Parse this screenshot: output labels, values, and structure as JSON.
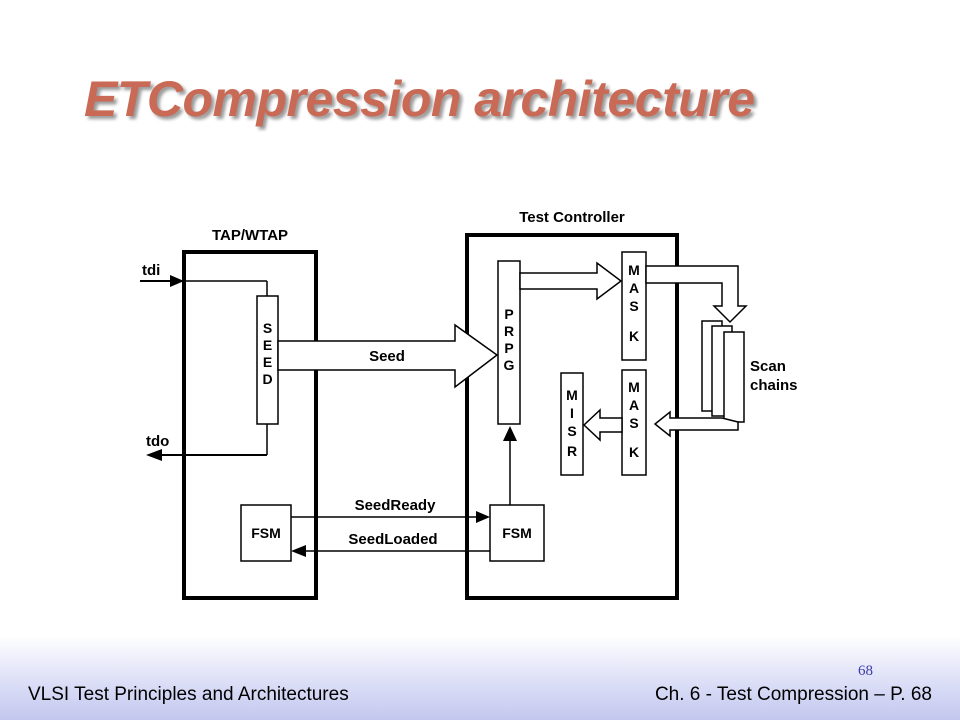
{
  "slide": {
    "title": "ETCompression architecture",
    "footer_left": "VLSI Test Principles and Architectures",
    "footer_right": "Ch. 6 - Test Compression – P. 68",
    "slide_number": "68"
  },
  "diagram": {
    "tap_title": "TAP/WTAP",
    "controller_title": "Test Controller",
    "tdi": "tdi",
    "tdo": "tdo",
    "seed_reg": [
      "S",
      "E",
      "E",
      "D"
    ],
    "seed_label": "Seed",
    "prpg": [
      "P",
      "R",
      "P",
      "G"
    ],
    "mask_top": [
      "M",
      "A",
      "S",
      "K"
    ],
    "mask_bottom": [
      "M",
      "A",
      "S",
      "K"
    ],
    "misr": [
      "M",
      "I",
      "S",
      "R"
    ],
    "scan_label_1": "Scan",
    "scan_label_2": "chains",
    "fsm_left": "FSM",
    "fsm_right": "FSM",
    "seed_ready": "SeedReady",
    "seed_loaded": "SeedLoaded"
  }
}
